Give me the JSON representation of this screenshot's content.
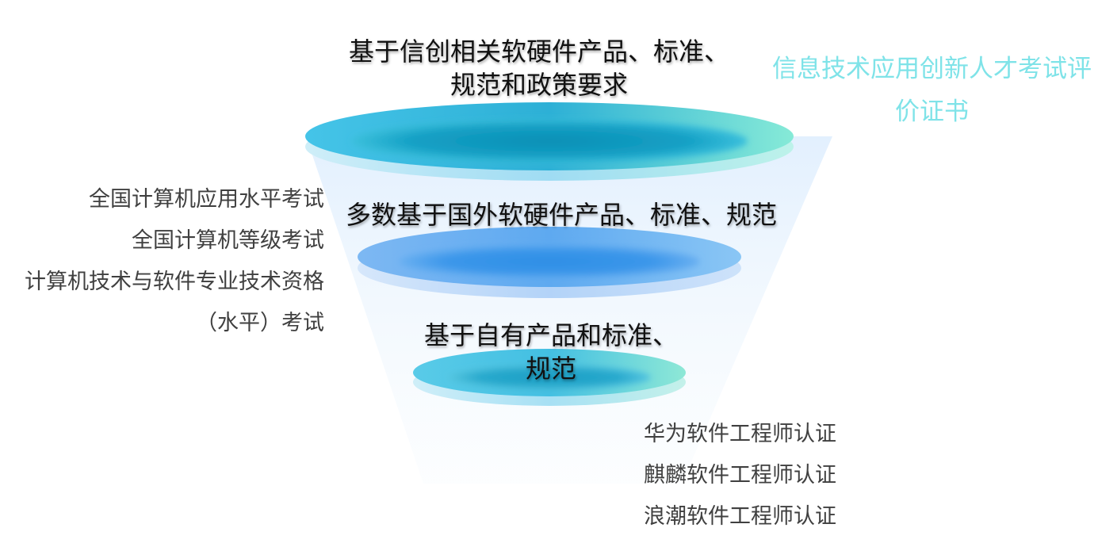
{
  "tiers": [
    {
      "title_line1": "基于信创相关软硬件产品、标准、",
      "title_line2": "规范和政策要求"
    },
    {
      "title_line1": "多数基于国外软硬件产品、标准、规范"
    },
    {
      "title_line1": "基于自有产品和标准、",
      "title_line2": "规范"
    }
  ],
  "left_exams": [
    "全国计算机应用水平考试",
    "全国计算机等级考试",
    "计算机技术与软件专业技术资格",
    "（水平）考试"
  ],
  "right_certs": [
    "华为软件工程师认证",
    "麒麟软件工程师认证",
    "浪潮软件工程师认证"
  ],
  "top_right_title": {
    "line1": "信息技术应用创新人才考试评",
    "line2": "价证书"
  },
  "colors": {
    "teal": "#1ba3c4",
    "mint": "#7fe3d4",
    "blue": "#3a8fe8",
    "light_cyan": "#7fe3e8",
    "text_dark": "#111111",
    "text_gray": "#404040"
  }
}
